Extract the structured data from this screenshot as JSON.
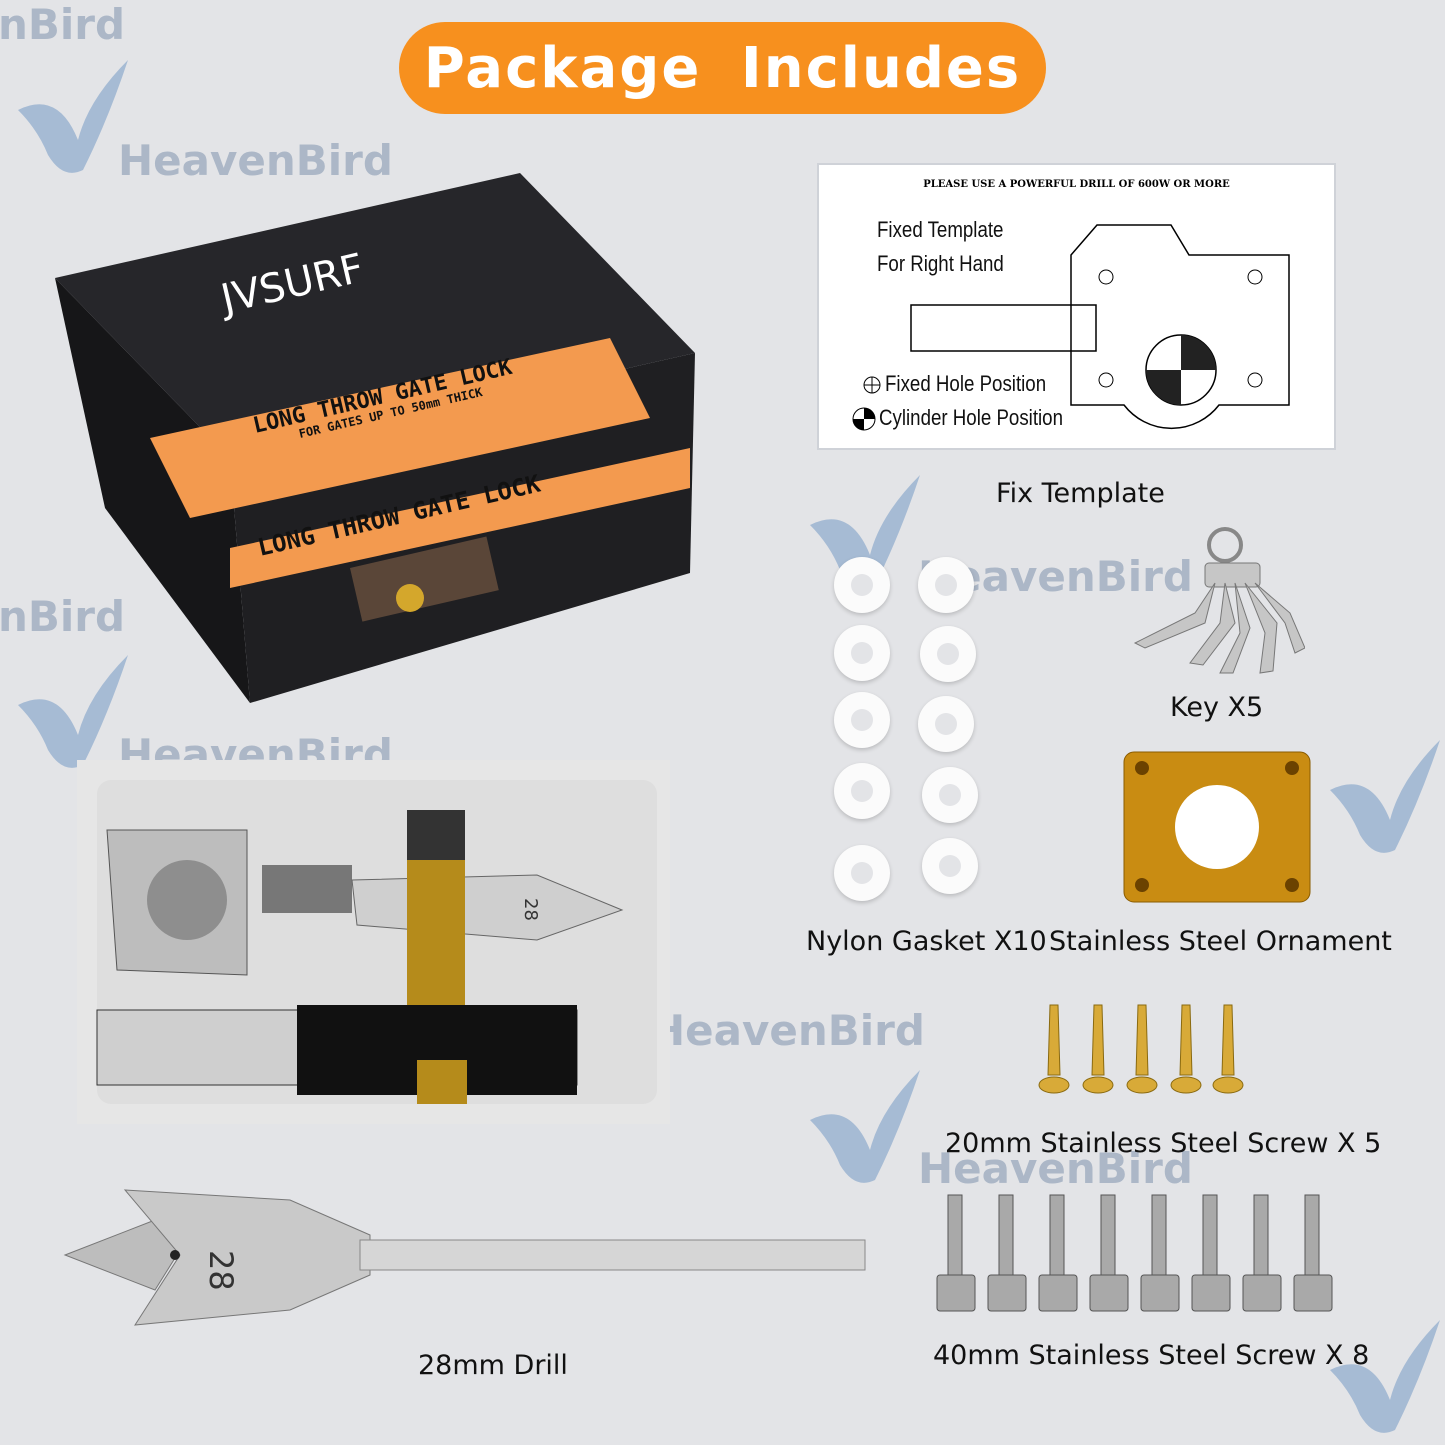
{
  "banner": {
    "title": "Package  Includes"
  },
  "box": {
    "brand": "JVSURF",
    "line1": "LONG THROW GATE LOCK",
    "line2": "FOR GATES UP TO 50mm THICK",
    "line3": "LONG THROW GATE LOCK",
    "drill_mark": "28"
  },
  "template": {
    "warning": "PLEASE USE A POWERFUL DRILL OF 600W OR MORE",
    "fixed_template": "Fixed Template",
    "right_hand": "For Right Hand",
    "fixed_hole": "Fixed Hole Position",
    "cylinder_hole": "Cylinder Hole Position"
  },
  "captions": {
    "fix_template": "Fix Template",
    "keys": "Key X5",
    "gasket": "Nylon Gasket X10",
    "ornament": "Stainless Steel Ornament",
    "screw20": "20mm Stainless Steel Screw X 5",
    "screw40": "40mm Stainless Steel Screw X 8",
    "drill": "28mm Drill"
  },
  "watermark": {
    "text": "HeavenBird",
    "partial": "nBird"
  },
  "colors": {
    "banner": "#f7901e",
    "background": "#e3e4e7",
    "watermark": "#9aa9bd"
  }
}
